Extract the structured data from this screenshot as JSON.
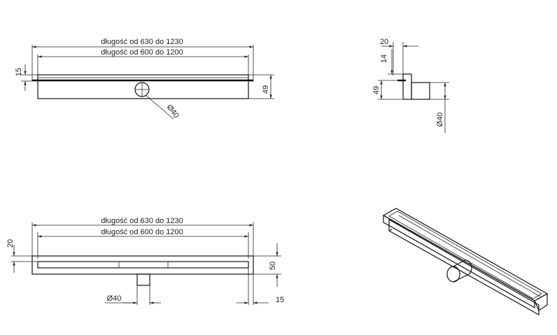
{
  "dimensions": {
    "top_length_outer": "długość od 630 do 1230",
    "top_length_inner": "długość od 600 do 1200",
    "top_flange": "15",
    "top_height": "49",
    "top_pipe_diameter": "Ø40",
    "side_width_top": "20",
    "side_flange": "14",
    "side_height": "49",
    "side_pipe_diameter": "Ø40",
    "front_length_outer": "długość od 630 do 1230",
    "front_length_inner": "długość od 600 do 1200",
    "front_flange": "20",
    "front_height": "50",
    "front_pipe_diameter": "Ø40",
    "front_end_margin": "15"
  }
}
